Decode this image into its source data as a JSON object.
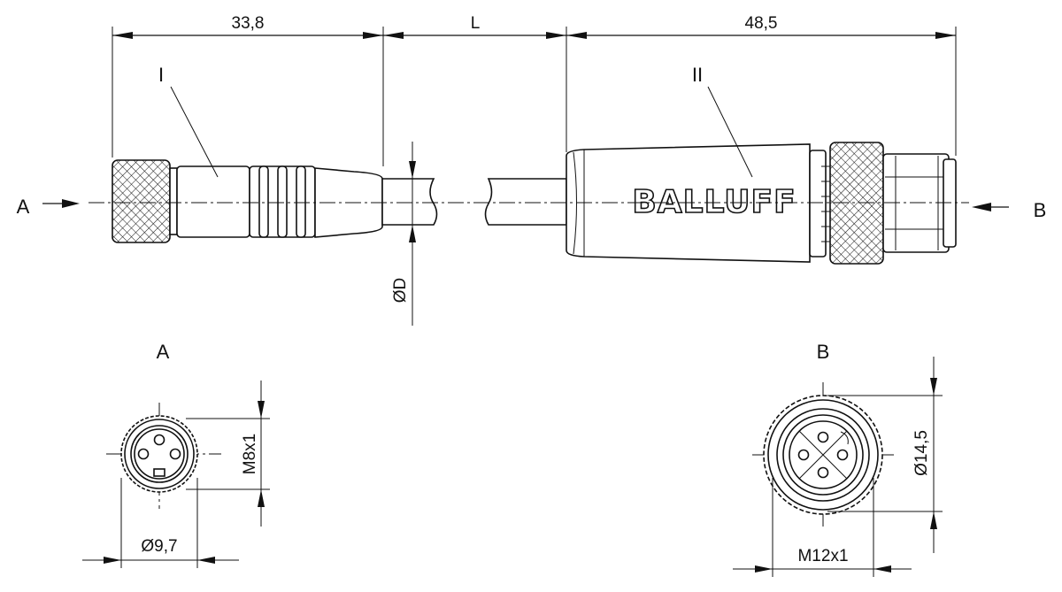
{
  "dimensions": {
    "left_length": "33,8",
    "cable_length": "L",
    "right_length": "48,5",
    "cable_diameter": "ØD",
    "thread_a": "M8x1",
    "diameter_a": "Ø9,7",
    "diameter_b": "Ø14,5",
    "thread_b": "M12x1"
  },
  "labels": {
    "connector_1": "I",
    "connector_2": "II",
    "view_a": "A",
    "view_b": "B",
    "arrow_a": "A",
    "arrow_b": "B"
  },
  "brand": {
    "logo_text": "BALLUFF"
  }
}
